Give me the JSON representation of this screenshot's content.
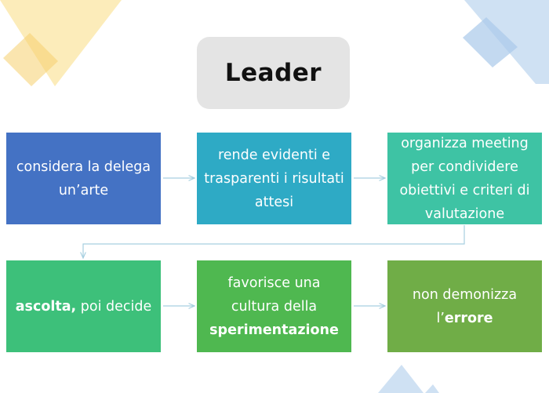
{
  "title": "Leader",
  "colors": {
    "node_1": "#4472c4",
    "node_2": "#2eaac5",
    "node_3": "#3ec3a4",
    "node_4": "#3dc07a",
    "node_5": "#4fb850",
    "node_6": "#70ad47",
    "connector": "#a6cfe0",
    "title_bg": "#e4e4e4",
    "deco_yellow": "#fbe5a3",
    "deco_blue": "#c7dcf1"
  },
  "nodes": [
    {
      "id": "n1",
      "parts": [
        {
          "text": "considera la delega un’arte",
          "bold": false
        }
      ]
    },
    {
      "id": "n2",
      "parts": [
        {
          "text": "rende evidenti e trasparenti i risultati attesi",
          "bold": false
        }
      ]
    },
    {
      "id": "n3",
      "parts": [
        {
          "text": "organizza meeting per condividere obiettivi e criteri di valutazione",
          "bold": false
        }
      ]
    },
    {
      "id": "n4",
      "parts": [
        {
          "text": "ascolta,",
          "bold": true
        },
        {
          "text": " poi decide",
          "bold": false
        }
      ]
    },
    {
      "id": "n5",
      "parts": [
        {
          "text": "favorisce una cultura della ",
          "bold": false
        },
        {
          "text": "sperimentazione",
          "bold": true
        }
      ]
    },
    {
      "id": "n6",
      "parts": [
        {
          "text": "non demonizza l’",
          "bold": false
        },
        {
          "text": "errore",
          "bold": true
        }
      ]
    }
  ]
}
